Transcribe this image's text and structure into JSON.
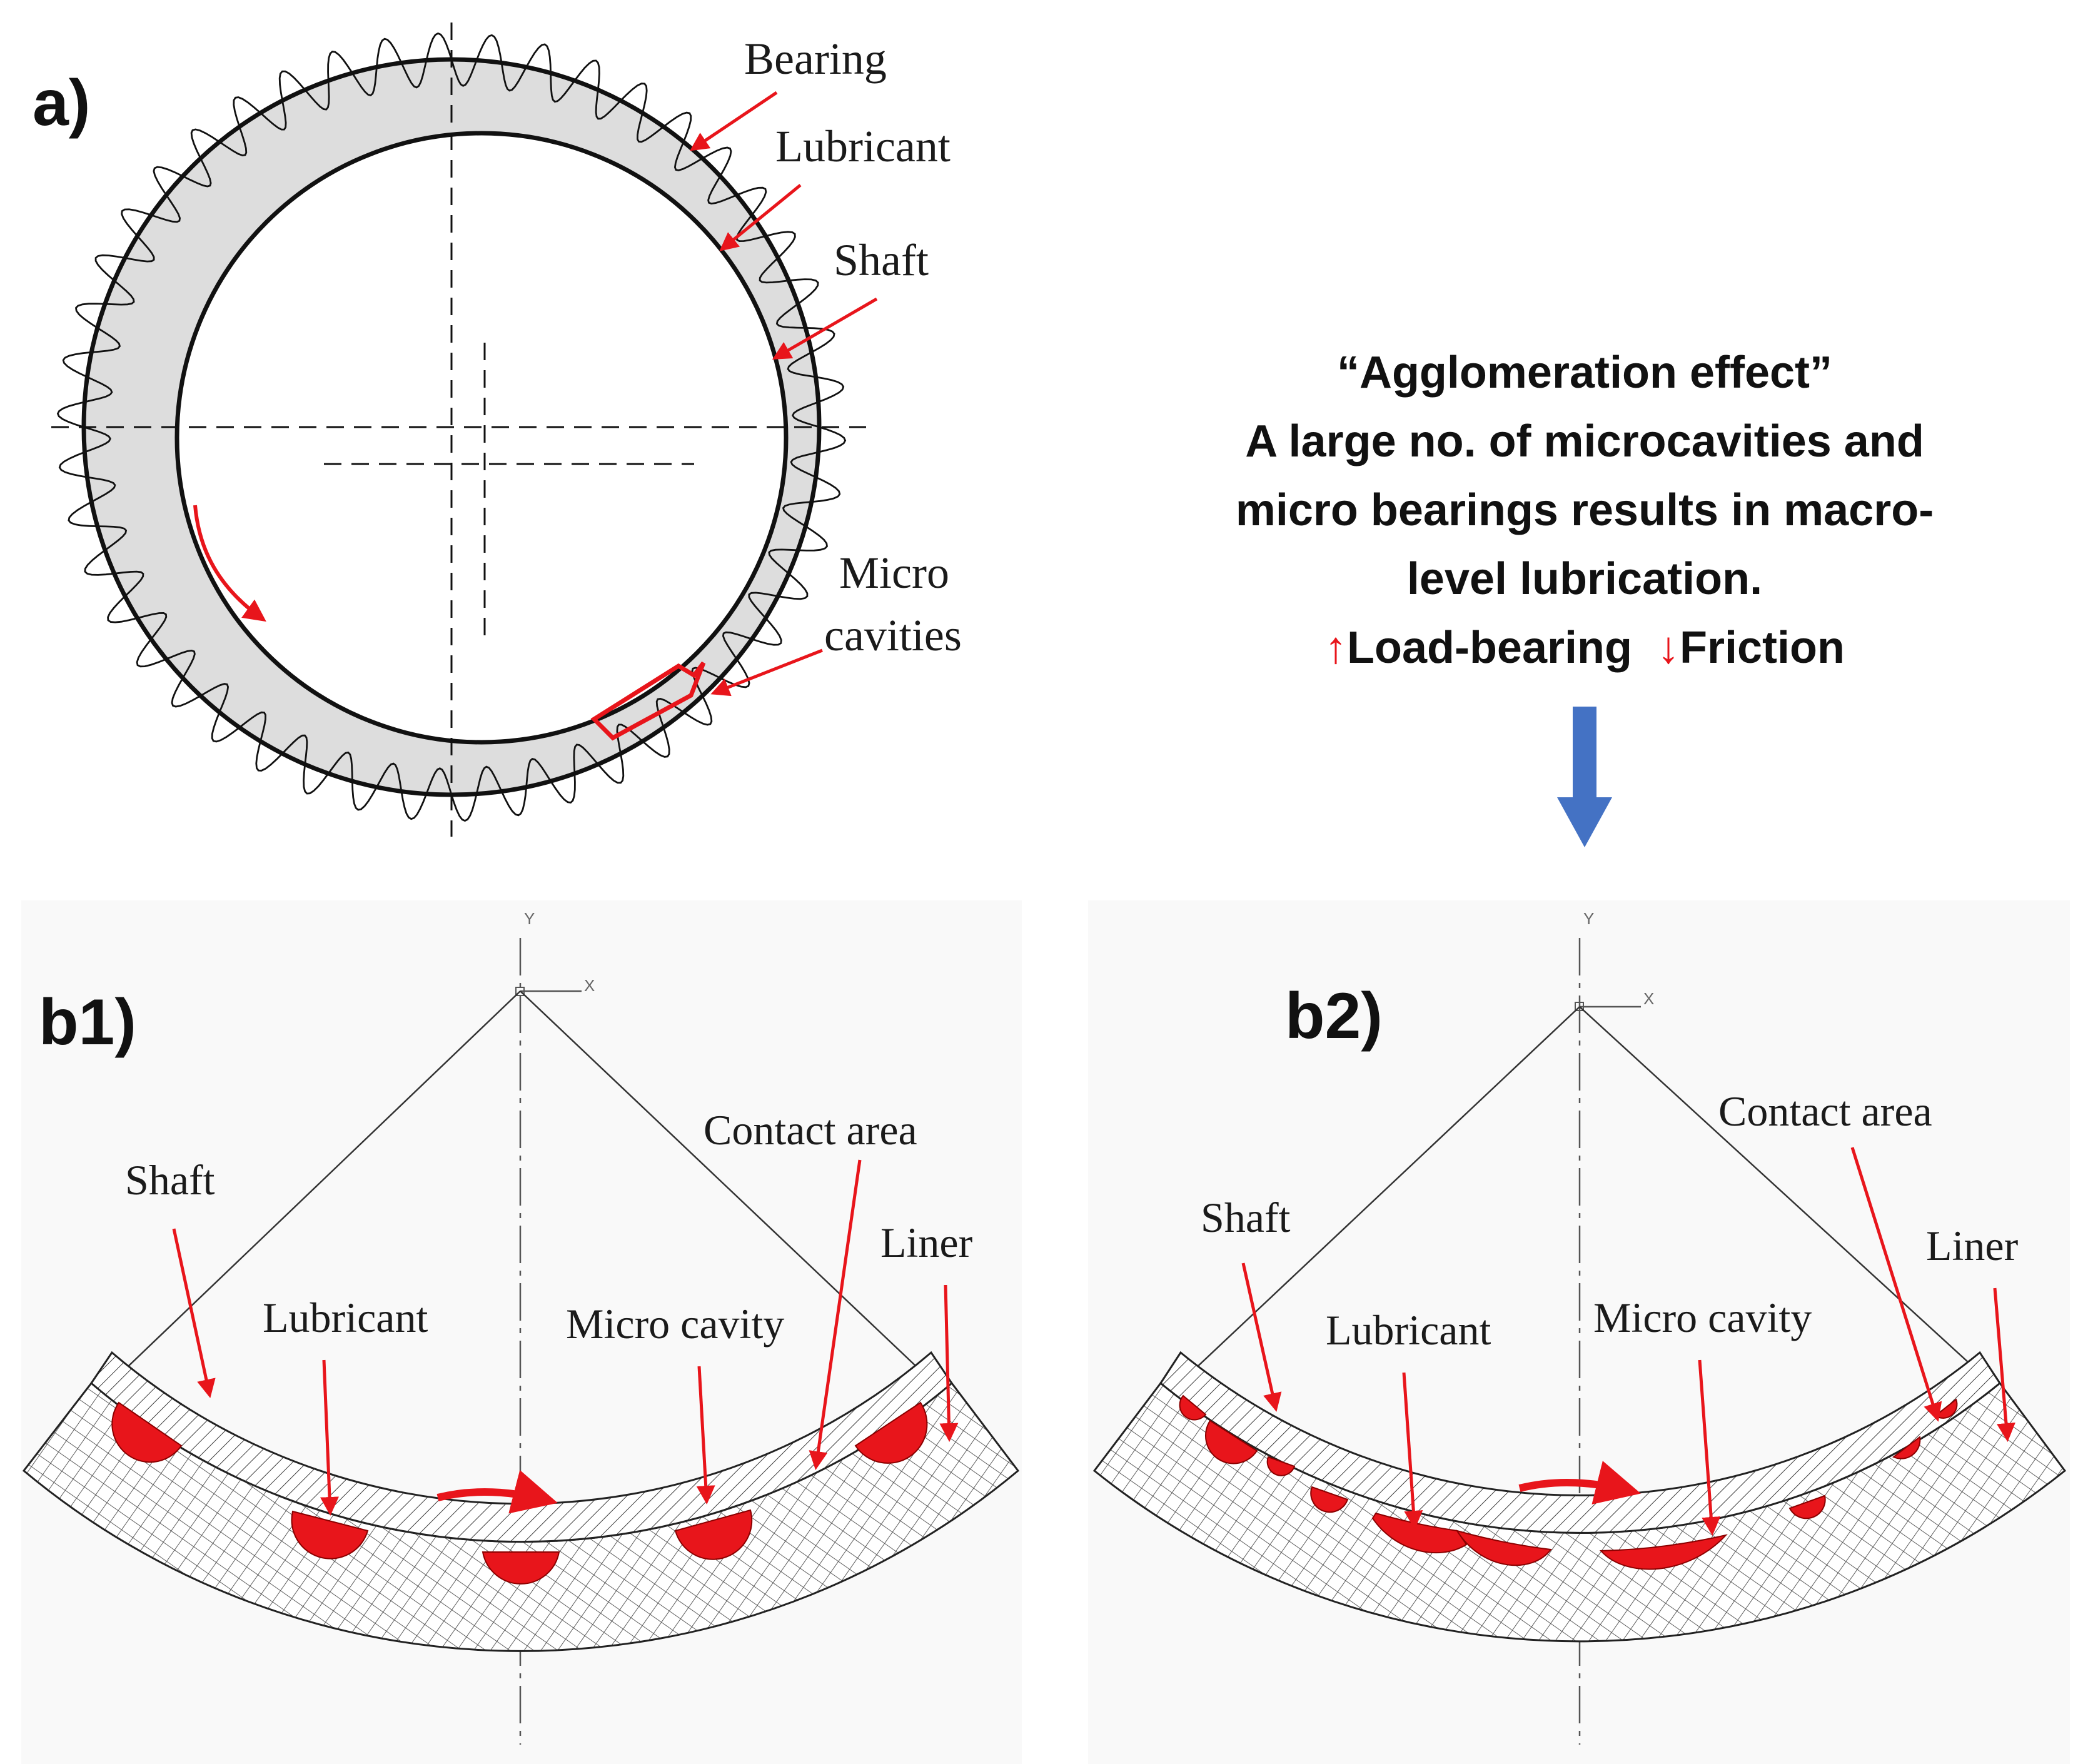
{
  "panel_a": {
    "label": "a)",
    "callouts": {
      "bearing": "Bearing",
      "lubricant": "Lubricant",
      "shaft": "Shaft",
      "micro_cavities_1": "Micro",
      "micro_cavities_2": "cavities"
    }
  },
  "summary": {
    "line1": "“Agglomeration effect”",
    "line2": "A large no. of microcavities and",
    "line3": "micro bearings results in macro-",
    "line4": "level lubrication.",
    "up_arrow": "↑",
    "load_bearing": "Load-bearing",
    "down_arrow": "↓",
    "friction": "Friction"
  },
  "panel_b1": {
    "label": "b1)",
    "axis_y": "Y",
    "axis_x": "X",
    "callouts": {
      "shaft": "Shaft",
      "lubricant": "Lubricant",
      "micro_cavity": "Micro cavity",
      "contact_area": "Contact area",
      "liner": "Liner"
    }
  },
  "panel_b2": {
    "label": "b2)",
    "axis_y": "Y",
    "axis_x": "X",
    "callouts": {
      "shaft": "Shaft",
      "lubricant": "Lubricant",
      "micro_cavity": "Micro cavity",
      "contact_area": "Contact area",
      "liner": "Liner"
    }
  },
  "colors": {
    "callout_red": "#e8151b",
    "flow_arrow_blue": "#4472c4",
    "lubricant_gray": "#dddddd",
    "text": "#1a1a1a"
  }
}
